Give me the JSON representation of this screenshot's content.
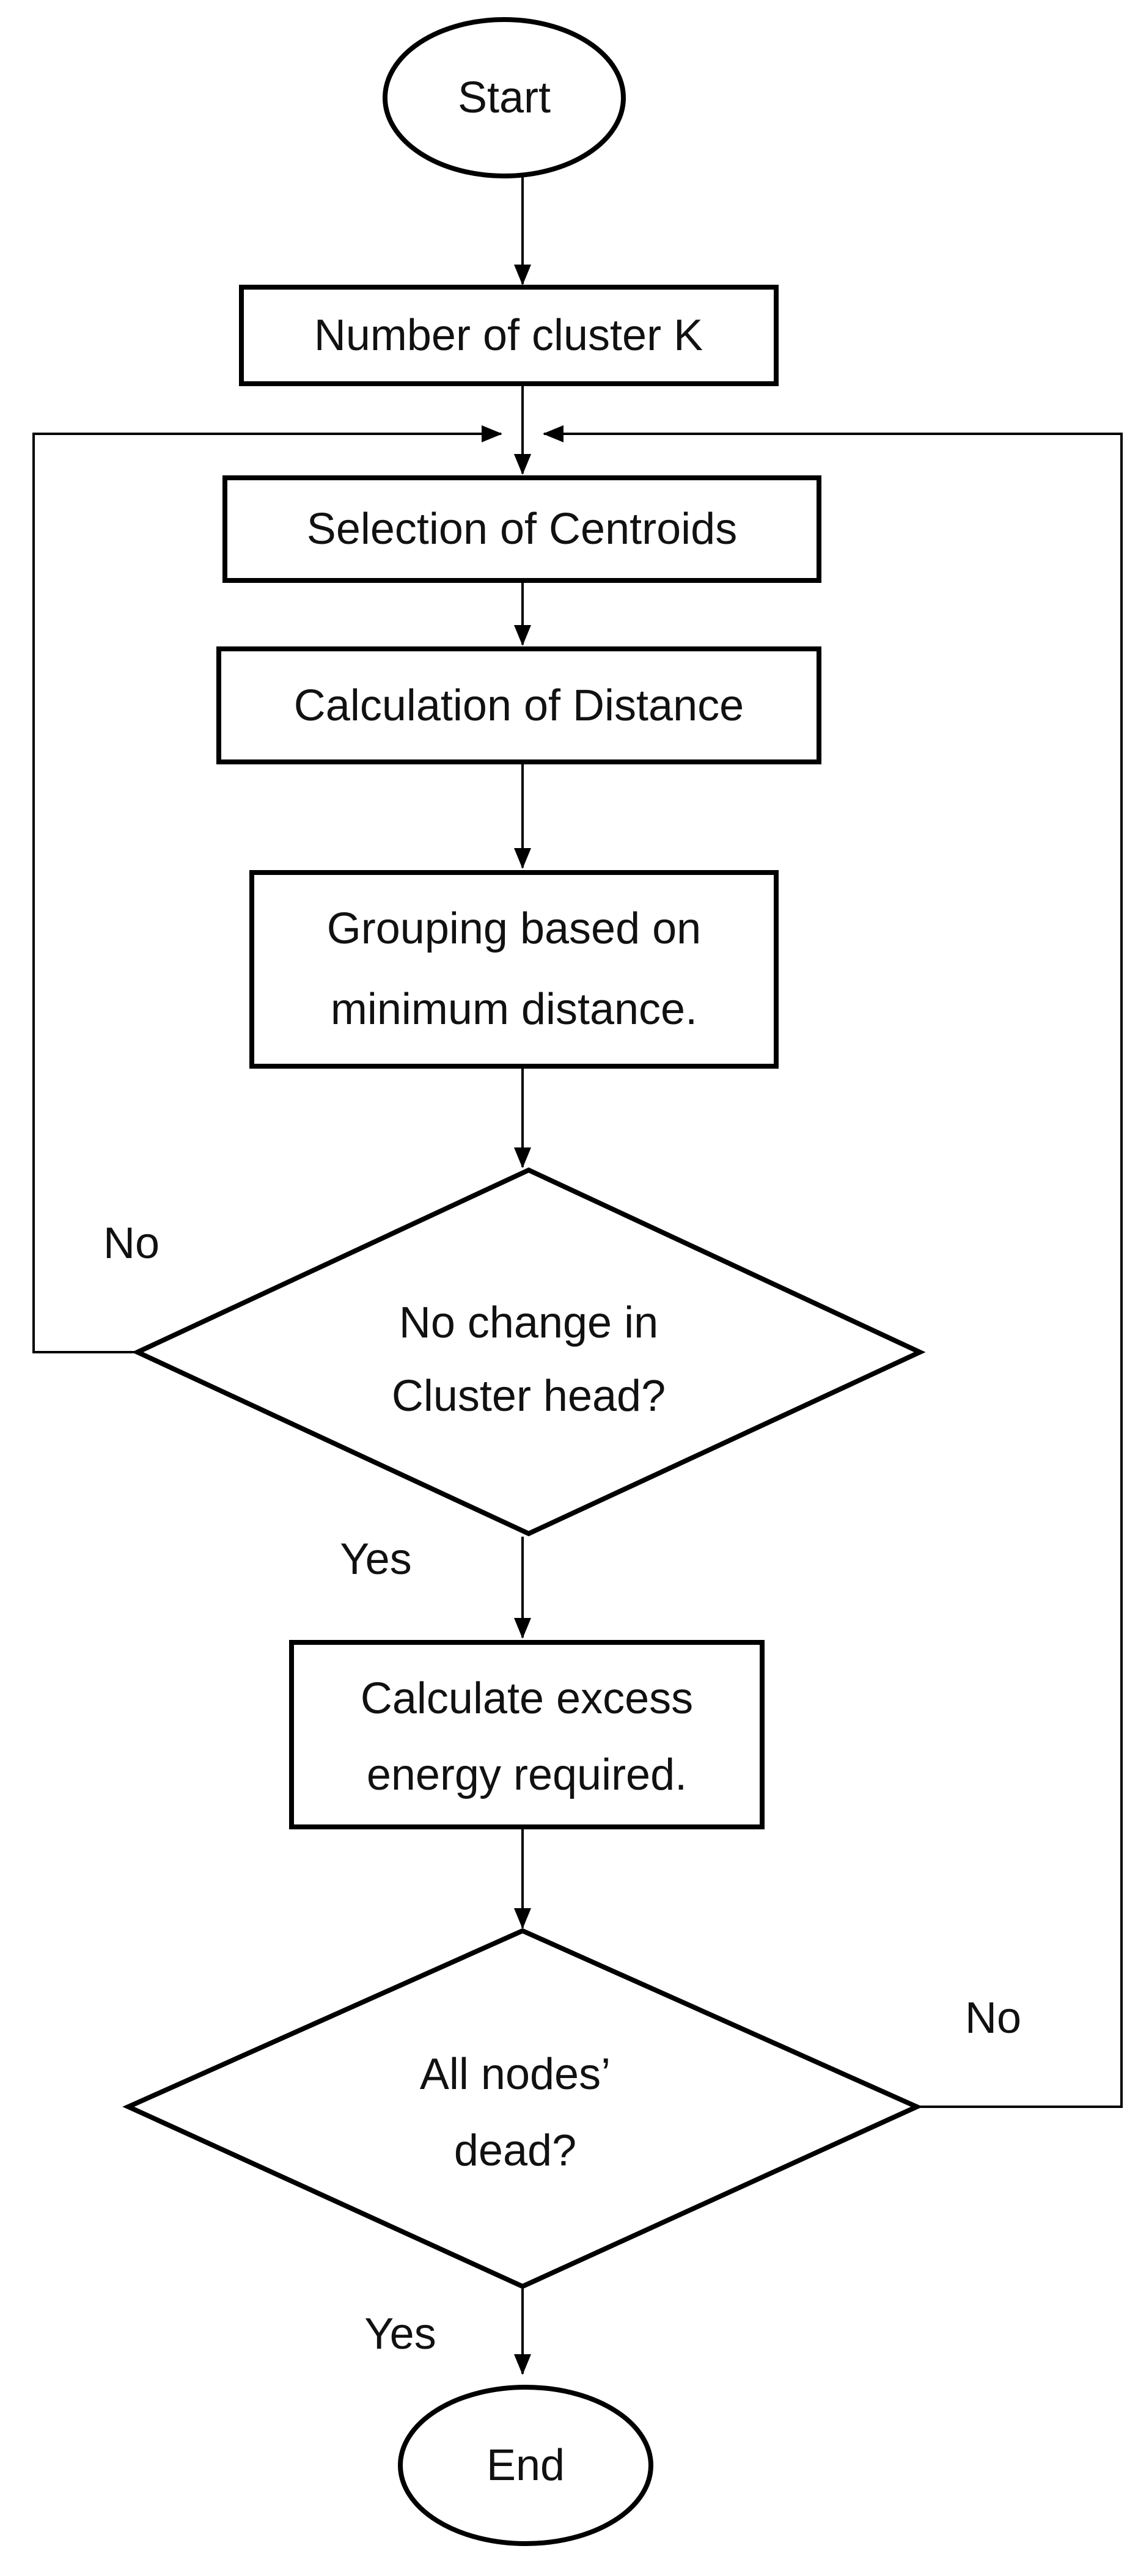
{
  "nodes": {
    "start": "Start",
    "num_clusters": "Number of cluster K",
    "select_centroids": "Selection of Centroids",
    "calc_distance": "Calculation of Distance",
    "grouping": [
      "Grouping based on",
      "minimum distance."
    ],
    "no_change_decision": [
      "No change in",
      "Cluster head?"
    ],
    "calc_energy": [
      "Calculate excess",
      "energy required."
    ],
    "all_dead_decision": [
      "All nodes’",
      "dead?"
    ],
    "end": "End"
  },
  "edge_labels": {
    "no_change_no": "No",
    "no_change_yes": "Yes",
    "all_dead_no": "No",
    "all_dead_yes": "Yes"
  }
}
